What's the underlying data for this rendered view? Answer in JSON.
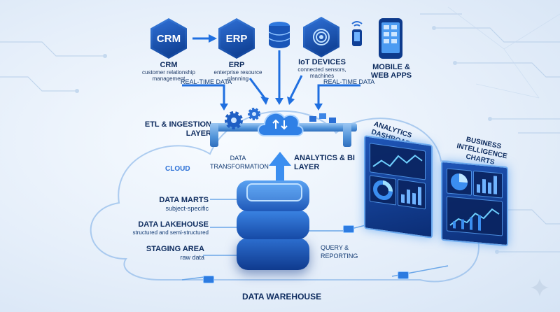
{
  "sources": {
    "crm": {
      "badge": "CRM",
      "title": "CRM",
      "subtitle": "customer relationship management"
    },
    "erp": {
      "badge": "ERP",
      "title": "ERP",
      "subtitle": "enterprise resource planning"
    },
    "iot": {
      "title": "IoT DEVICES",
      "subtitle": "connected sensors, machines"
    },
    "mobile": {
      "title": "MOBILE & WEB APPS"
    }
  },
  "flows": {
    "realtime_left": "REAL-TIME DATA",
    "realtime_right": "REAL-TIME DATA"
  },
  "etl": {
    "title": "ETL & INGESTION LAYER"
  },
  "cloud": {
    "label": "CLOUD"
  },
  "transform": {
    "label": "DATA TRANSFORMATION"
  },
  "analytics_layer": {
    "title": "ANALYTICS & BI LAYER"
  },
  "warehouse": {
    "title": "DATA WAREHOUSE",
    "layers": [
      {
        "title": "DATA MARTS",
        "subtitle": "subject-specific"
      },
      {
        "title": "DATA LAKEHOUSE",
        "subtitle": "structured and semi-structured"
      },
      {
        "title": "STAGING AREA",
        "subtitle": "raw data"
      }
    ]
  },
  "query": {
    "label": "QUERY & REPORTING"
  },
  "dashboards": [
    {
      "title": "ANALYTICS DASHBOARD"
    },
    {
      "title": "BUSINESS INTELLIGENCE CHARTS"
    }
  ],
  "colors": {
    "accent": "#1f6fe0",
    "navy": "#0d2b5e",
    "glow": "#6fb3ff"
  }
}
